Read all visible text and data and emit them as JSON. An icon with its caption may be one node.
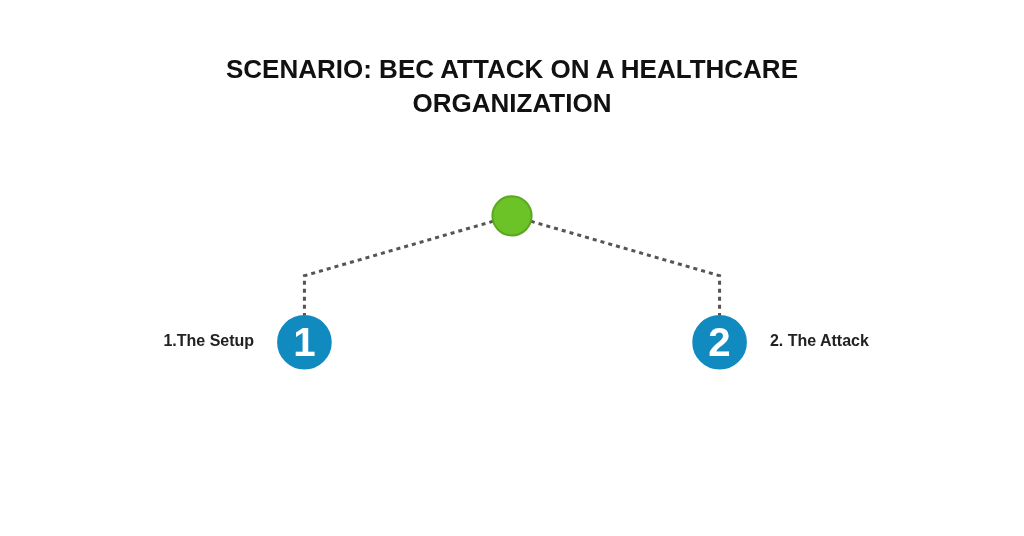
{
  "diagram": {
    "title": "SCENARIO: BEC ATTACK ON A HEALTHCARE ORGANIZATION",
    "nodes": [
      {
        "text": [],
        "shape": "circle"
      },
      {
        "text": [
          "1"
        ],
        "beside": [
          "1.The Setup"
        ]
      },
      {
        "text": [
          "2"
        ],
        "beside": [
          "2. The Attack"
        ]
      }
    ],
    "edges": [
      {
        "from": 0,
        "to": 1,
        "arrow": "none",
        "style": "dashed"
      },
      {
        "from": 0,
        "to": 2,
        "arrow": "none",
        "style": "dashed"
      }
    ]
  }
}
